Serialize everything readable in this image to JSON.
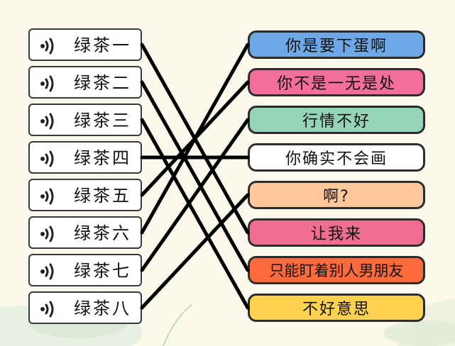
{
  "left_items": [
    {
      "label": "绿茶一",
      "icon": "speaker-icon"
    },
    {
      "label": "绿茶二",
      "icon": "speaker-icon"
    },
    {
      "label": "绿茶三",
      "icon": "speaker-icon"
    },
    {
      "label": "绿茶四",
      "icon": "speaker-icon"
    },
    {
      "label": "绿茶五",
      "icon": "speaker-icon"
    },
    {
      "label": "绿茶六",
      "icon": "speaker-icon"
    },
    {
      "label": "绿茶七",
      "icon": "speaker-icon"
    },
    {
      "label": "绿茶八",
      "icon": "speaker-icon"
    }
  ],
  "right_items": [
    {
      "label": "你是要下蛋啊",
      "color": "#6fa8e6"
    },
    {
      "label": "你不是一无是处",
      "color": "#f36f9a"
    },
    {
      "label": "行情不好",
      "color": "#95d4b6"
    },
    {
      "label": "你确实不会画",
      "color": "#ffffff"
    },
    {
      "label": "啊?",
      "color": "#ffc79a"
    },
    {
      "label": "让我来",
      "color": "#ef6d8e"
    },
    {
      "label": "只能盯着别人男朋友",
      "color": "#ff6a3d"
    },
    {
      "label": "不好意思",
      "color": "#ffd24f"
    }
  ],
  "connections": [
    [
      0,
      5
    ],
    [
      1,
      6
    ],
    [
      2,
      7
    ],
    [
      3,
      3
    ],
    [
      4,
      1
    ],
    [
      5,
      0
    ],
    [
      6,
      2
    ],
    [
      7,
      4
    ]
  ]
}
